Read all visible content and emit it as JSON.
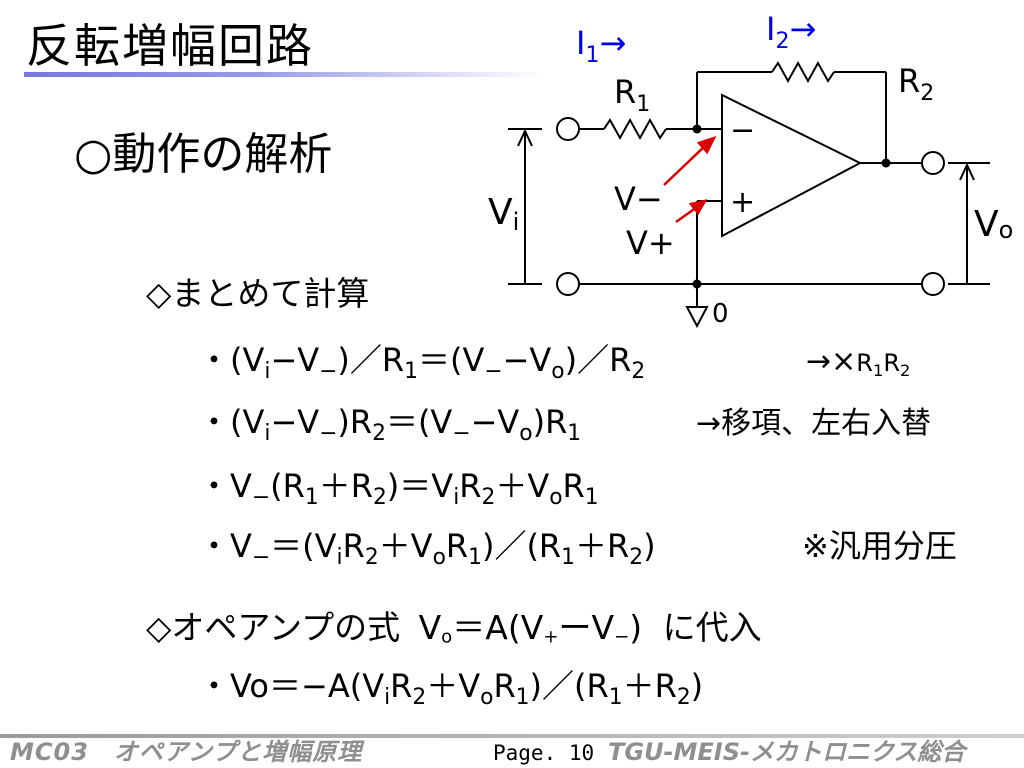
{
  "title": "反転増幅回路",
  "section": "○動作の解析",
  "circuit": {
    "i1": "I",
    "i1_sub": "1",
    "i2": "I",
    "i2_sub": "2",
    "arrow": "→",
    "r1": "R",
    "r1_sub": "1",
    "r2": "R",
    "r2_sub": "2",
    "vi": "V",
    "vi_sub": "i",
    "vo": "V",
    "vo_sub": "o",
    "vminus": "V−",
    "vplus": "V+",
    "inv_sign": "−",
    "noninv_sign": "+",
    "ground": "0",
    "colors": {
      "current_label": "#0000ee",
      "pointer_arrow": "#dd0000",
      "wire": "#000000"
    }
  },
  "subsections": [
    {
      "label": "◇まとめて計算"
    },
    {
      "label": "◇オペアンプの式"
    }
  ],
  "equations": [
    {
      "bullet": "・",
      "hint_prefix": "→×"
    },
    {
      "bullet": "・",
      "hint": "→移項、左右入替"
    },
    {
      "bullet": "・"
    },
    {
      "bullet": "・",
      "hint": "※汎用分圧"
    },
    {
      "bullet": "・"
    }
  ],
  "inline_formula": "Vo＝A(V+ーV−)",
  "inline_suffix": "に代入",
  "footer": {
    "left": "MC03　オペアンプと増幅原理",
    "page": "Page. 10",
    "right": "TGU-MEIS-メカトロニクス総合"
  }
}
